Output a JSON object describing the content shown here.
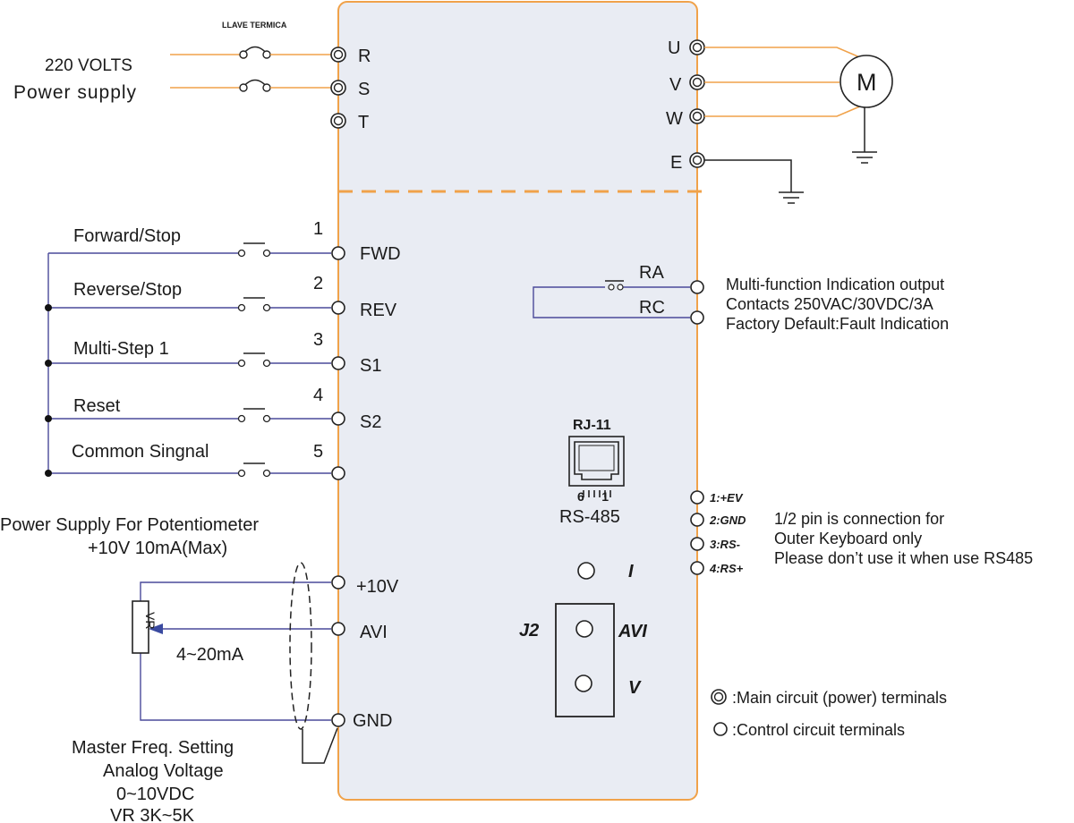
{
  "power": {
    "breaker_label": "LLAVE TERMICA",
    "voltage_label": "220 VOLTS",
    "supply_label": "Power supply",
    "terminals": [
      "R",
      "S",
      "T"
    ]
  },
  "motor": {
    "terminals": [
      "U",
      "V",
      "W"
    ],
    "earth_label": "E",
    "motor_label": "M"
  },
  "inputs": [
    {
      "num": "1",
      "func": "Forward/Stop",
      "terminal": "FWD"
    },
    {
      "num": "2",
      "func": "Reverse/Stop",
      "terminal": "REV"
    },
    {
      "num": "3",
      "func": "Multi-Step 1",
      "terminal": "S1"
    },
    {
      "num": "4",
      "func": "Reset",
      "terminal": "S2"
    },
    {
      "num": "5",
      "func": "Common Singnal",
      "terminal": ""
    }
  ],
  "relay": {
    "ra": "RA",
    "rc": "RC",
    "desc": [
      "Multi-function Indication output",
      "Contacts 250VAC/30VDC/3A",
      "Factory Default:Fault Indication"
    ]
  },
  "rj11": {
    "title": "RJ-11",
    "pins": "6     1",
    "bus": "RS-485",
    "pinout": [
      "1:+EV",
      "2:GND",
      "3:RS-",
      "4:RS+"
    ],
    "note": [
      "1/2 pin is connection for",
      "Outer Keyboard only",
      "Please don’t use it when use RS485"
    ]
  },
  "analog": {
    "pot_supply": [
      "Power Supply For Potentiometer",
      "+10V 10mA(Max)"
    ],
    "terminals": [
      "+10V",
      "AVI",
      "GND"
    ],
    "vr_label": "VR",
    "current_label": "4~20mA",
    "setting": [
      "Master Freq. Setting",
      "Analog Voltage",
      "0~10VDC",
      "VR 3K~5K"
    ]
  },
  "jumper": {
    "name": "J2",
    "positions": [
      "I",
      "AVI",
      "V"
    ]
  },
  "legend": {
    "main": ":Main circuit (power)  terminals",
    "control": ":Control circuit terminals"
  },
  "colors": {
    "drive_fill": "#e9ecf3",
    "drive_border": "#f0a24a",
    "divider": "#f0a24a",
    "power_wire": "#f0a24a",
    "control_wire": "#4a4a9a"
  }
}
